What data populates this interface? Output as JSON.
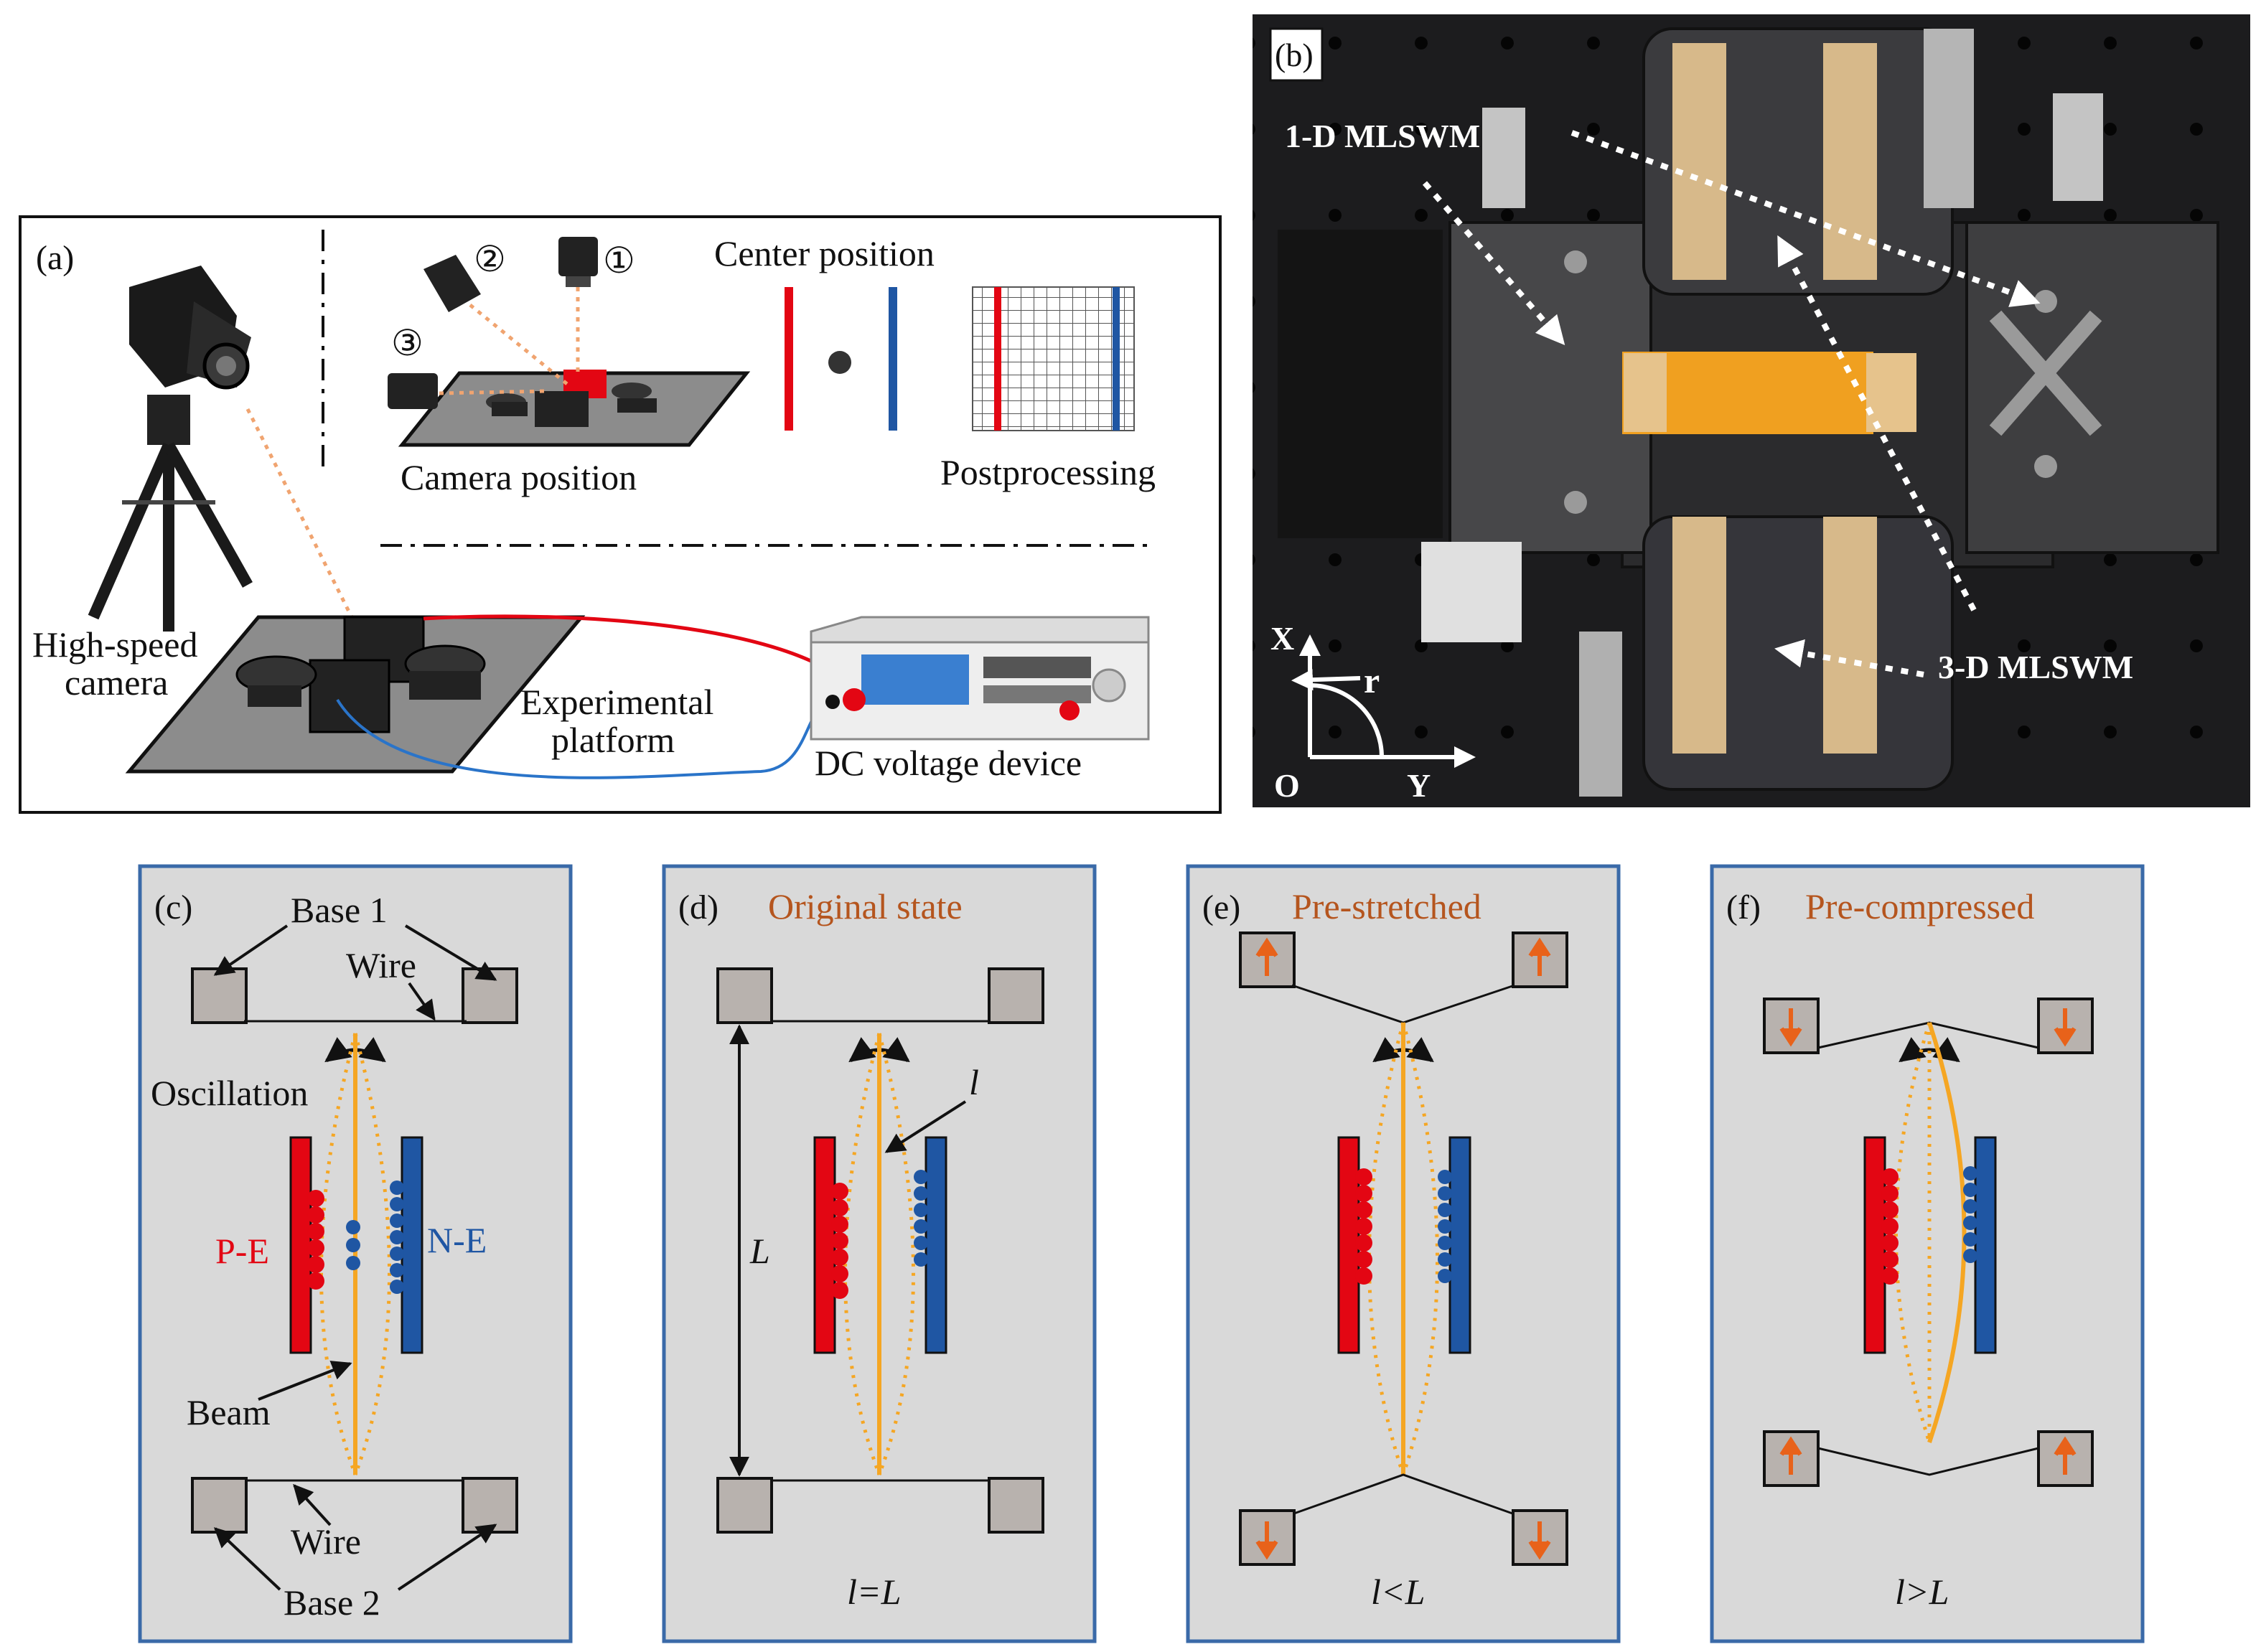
{
  "panel_a": {
    "tag": "(a)",
    "camera_position_label": "Camera position",
    "center_position_label": "Center position",
    "postprocessing_label": "Postprocessing",
    "cam1": "①",
    "cam2": "②",
    "cam3": "③",
    "high_speed_camera_line1": "High-speed",
    "high_speed_camera_line2": "camera",
    "experimental_platform_line1": "Experimental",
    "experimental_platform_line2": "platform",
    "dc_voltage_label": "DC voltage device"
  },
  "panel_b": {
    "tag": "(b)",
    "label_1d": "1-D MLSWM",
    "label_3d": "3-D MLSWM",
    "axis_x": "X",
    "axis_y": "Y",
    "axis_o": "O",
    "axis_r": "r"
  },
  "panel_c": {
    "tag": "(c)",
    "base1": "Base 1",
    "base2": "Base 2",
    "wire_top": "Wire",
    "wire_bottom": "Wire",
    "oscillation": "Oscillation",
    "pe": "P-E",
    "ne": "N-E",
    "beam": "Beam"
  },
  "panel_d": {
    "tag": "(d)",
    "title": "Original state",
    "l_label": "l",
    "L_label": "L",
    "relation": "l=L"
  },
  "panel_e": {
    "tag": "(e)",
    "title": "Pre-stretched",
    "relation": "l<L"
  },
  "panel_f": {
    "tag": "(f)",
    "title": "Pre-compressed",
    "relation": "l>L"
  },
  "colors": {
    "panel_border": "#3a6aa8",
    "panel_fill": "#d9d9d9",
    "base_fill": "#b8b2ae",
    "positive": "#e30613",
    "negative": "#1f56a3",
    "beam": "#f5a623",
    "arrow": "#e8621a",
    "title_brown": "#b5551e"
  }
}
